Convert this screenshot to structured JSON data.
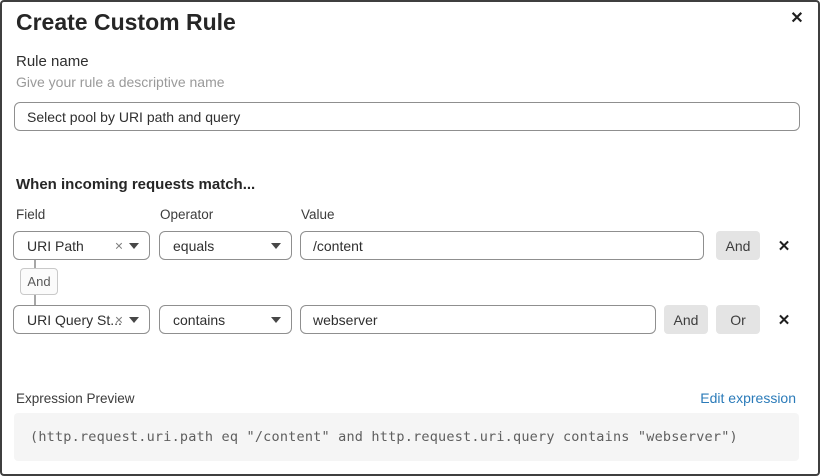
{
  "dialog": {
    "title": "Create Custom Rule",
    "close_icon": "✕"
  },
  "rule_name": {
    "label": "Rule name",
    "helper": "Give your rule a descriptive name",
    "value": "Select pool by URI path and query"
  },
  "match": {
    "heading": "When incoming requests match...",
    "columns": {
      "field": "Field",
      "operator": "Operator",
      "value": "Value"
    },
    "rows": [
      {
        "field": "URI Path",
        "operator": "equals",
        "value": "/content",
        "and_label": "And"
      },
      {
        "field": "URI Query St...",
        "operator": "contains",
        "value": "webserver",
        "and_label": "And",
        "or_label": "Or"
      }
    ],
    "connector_label": "And",
    "clear_icon": "×",
    "delete_icon": "✕"
  },
  "expression": {
    "label": "Expression Preview",
    "edit_link": "Edit expression",
    "code": "(http.request.uri.path eq \"/content\" and http.request.uri.query contains \"webserver\")"
  },
  "colors": {
    "link_blue": "#2b7bb9",
    "button_gray": "#e4e4e4",
    "code_bg": "#f5f5f5",
    "dialog_border": "#3f3f3f"
  }
}
